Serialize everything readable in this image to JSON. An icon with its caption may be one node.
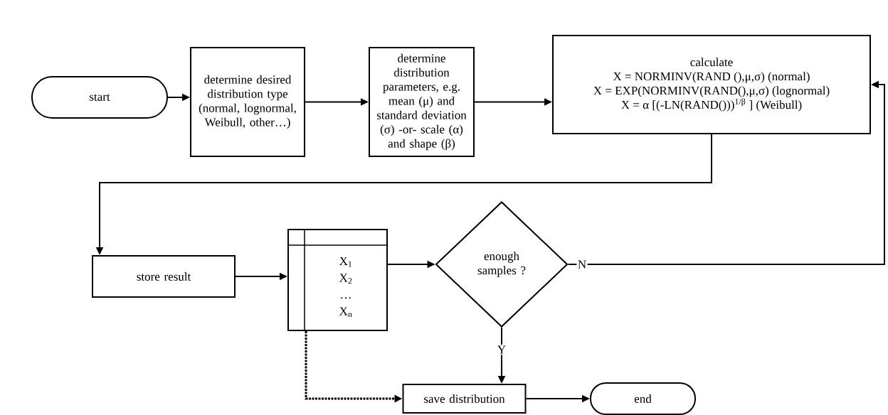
{
  "diagram": {
    "nodes": [
      {
        "text": [
          "start"
        ]
      },
      {
        "text": [
          "determine desired distribution type (normal, lognormal, Weibull, other…)"
        ]
      },
      {
        "text": [
          "determine distribution parameters, e.g. mean (μ) and standard deviation (σ) -or- scale (α) and shape (β)"
        ]
      },
      {
        "text": [
          "calculate",
          "X = NORMINV(RAND (),μ,σ) (normal)",
          "X = EXP(NORMINV(RAND(),μ,σ) (lognormal)",
          "X = α [(-LN(RAND()))$^{1/β}$ ] (Weibull)"
        ]
      },
      {
        "text": [
          "store result"
        ]
      },
      {
        "text": [
          "X$_{1}$",
          "X$_{2}$",
          "…",
          "X$_{n}$"
        ]
      },
      {
        "text": [
          "enough samples ?"
        ]
      },
      {
        "text": [
          "save distribution"
        ]
      },
      {
        "text": [
          "end"
        ]
      }
    ],
    "edges": [
      {
        "from": 0,
        "to": 1,
        "arrow": "to"
      },
      {
        "from": 1,
        "to": 2,
        "arrow": "to"
      },
      {
        "from": 2,
        "to": 3,
        "arrow": "to"
      },
      {
        "from": 3,
        "to": 4,
        "arrow": "to"
      },
      {
        "from": 4,
        "to": 5,
        "arrow": "to"
      },
      {
        "from": 5,
        "to": 6,
        "arrow": "to"
      },
      {
        "from": 6,
        "to": 3,
        "arrow": "to",
        "label": "N"
      },
      {
        "from": 6,
        "to": 7,
        "arrow": "to",
        "label": "Y"
      },
      {
        "from": 5,
        "to": 7,
        "arrow": "to",
        "style": "dashed"
      },
      {
        "from": 7,
        "to": 8,
        "arrow": "to"
      }
    ]
  }
}
